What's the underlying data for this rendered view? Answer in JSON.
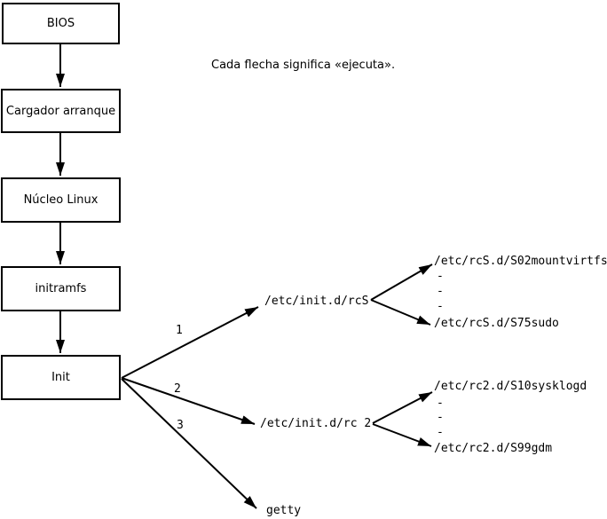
{
  "diagram": {
    "caption": "Cada flecha significa «ejecuta».",
    "chain": [
      "BIOS",
      "Cargador arranque",
      "Núcleo Linux",
      "initramfs",
      "Init"
    ],
    "branches": [
      {
        "label": "1",
        "target": "/etc/init.d/rcS",
        "scripts": [
          "/etc/rcS.d/S02mountvirtfs",
          "/etc/rcS.d/S75sudo"
        ]
      },
      {
        "label": "2",
        "target": "/etc/init.d/rc 2",
        "scripts": [
          "/etc/rc2.d/S10sysklogd",
          "/etc/rc2.d/S99gdm"
        ]
      },
      {
        "label": "3",
        "target": "getty",
        "scripts": []
      }
    ],
    "ellipsis": "-",
    "colors": {
      "background": "#ffffff",
      "line": "#000000",
      "text": "#000000"
    }
  }
}
